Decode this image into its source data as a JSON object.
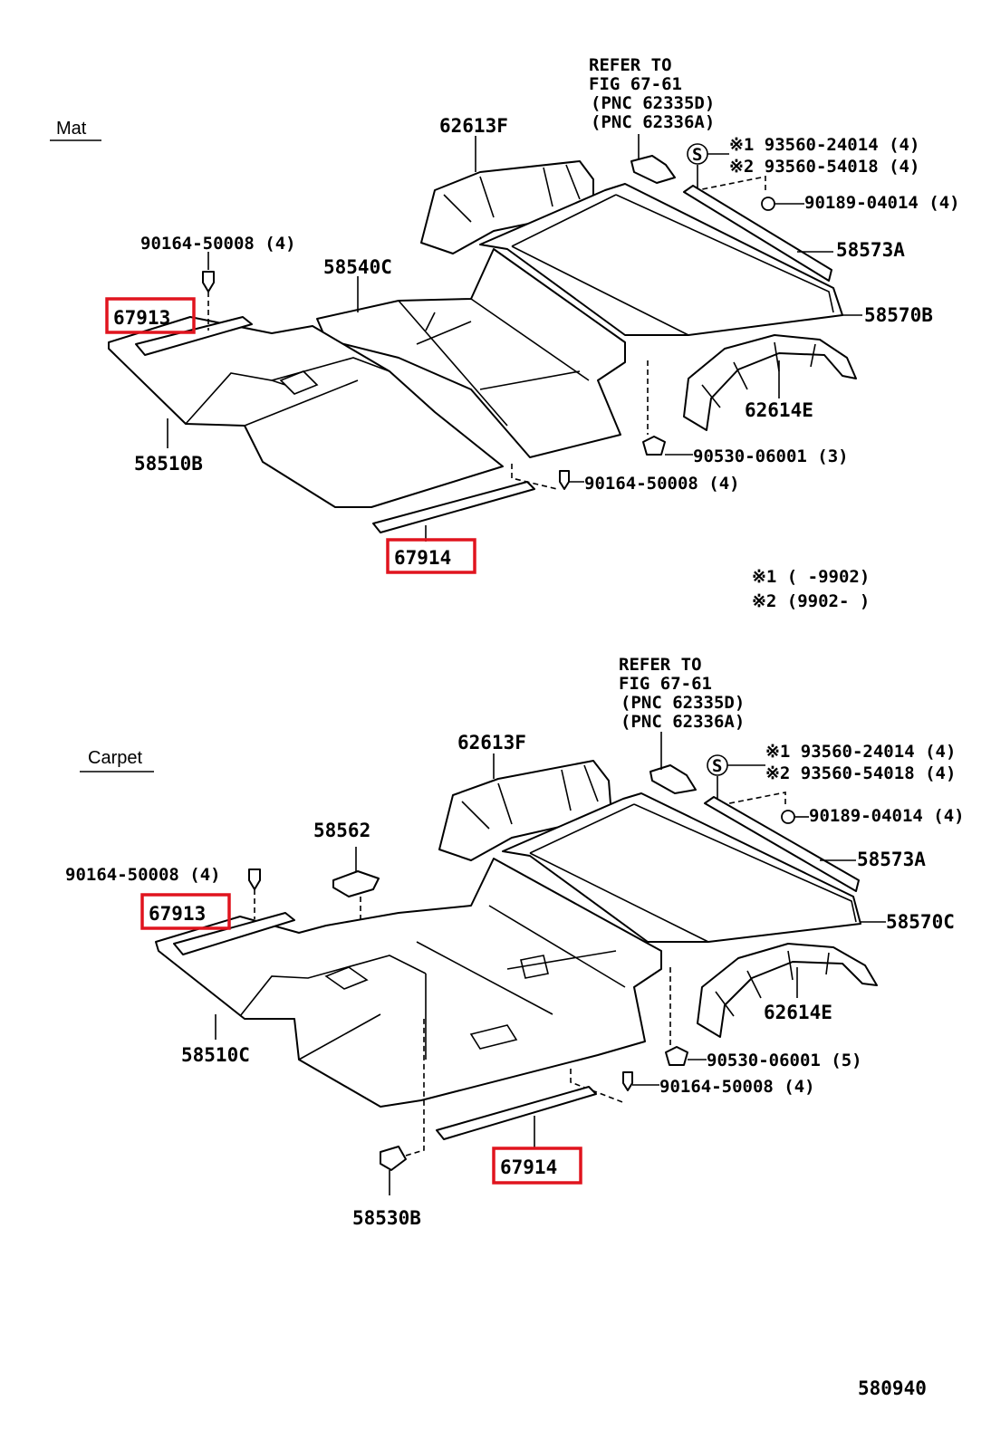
{
  "figure_number": "580940",
  "highlight_color": "#e0141e",
  "mat": {
    "section_title": "Mat",
    "refer": [
      "REFER TO",
      "FIG 67-61",
      "(PNC 62335D)",
      "(PNC 62336A)"
    ],
    "labels": {
      "p62613F": "62613F",
      "p93560a": "※1 93560-24014 (4)",
      "p93560b": "※2 93560-54018 (4)",
      "p90189": "90189-04014 (4)",
      "p90164top": "90164-50008 (4)",
      "p58540C": "58540C",
      "p58573A": "58573A",
      "p67913": "67913",
      "p58570B": "58570B",
      "p62614E": "62614E",
      "p58510B": "58510B",
      "p90530": "90530-06001 (3)",
      "p90164bot": "90164-50008 (4)",
      "p67914": "67914",
      "s_symbol": "S"
    },
    "notes": [
      "※1 (     -9902)",
      "※2 (9902-     )"
    ]
  },
  "carpet": {
    "section_title": "Carpet",
    "refer": [
      "REFER TO",
      "FIG 67-61",
      "(PNC 62335D)",
      "(PNC 62336A)"
    ],
    "labels": {
      "p62613F": "62613F",
      "p93560a": "※1 93560-24014 (4)",
      "p93560b": "※2 93560-54018 (4)",
      "p90189": "90189-04014 (4)",
      "p58562": "58562",
      "p90164top": "90164-50008 (4)",
      "p58573A": "58573A",
      "p67913": "67913",
      "p58570C": "58570C",
      "p62614E": "62614E",
      "p58510C": "58510C",
      "p90530": "90530-06001 (5)",
      "p90164bot": "90164-50008 (4)",
      "p67914": "67914",
      "p58530B": "58530B",
      "s_symbol": "S"
    }
  }
}
